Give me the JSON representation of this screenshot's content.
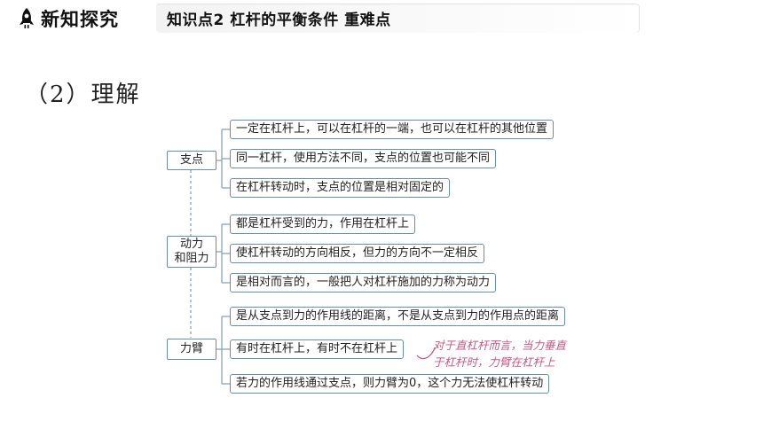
{
  "header": {
    "title": "新知探究",
    "subtitle": "知识点2  杠杆的平衡条件  重难点",
    "icon": "rocket-icon"
  },
  "section": {
    "title": "（2）理解"
  },
  "mindmap": {
    "categories": [
      {
        "label": "支点",
        "items": [
          "一定在杠杆上，可以在杠杆的一端，也可以在杠杆的其他位置",
          "同一杠杆，使用方法不同，支点的位置也可能不同",
          "在杠杆转动时，支点的位置是相对固定的"
        ]
      },
      {
        "label_line1": "动力",
        "label_line2": "和阻力",
        "items": [
          "都是杠杆受到的力，作用在杠杆上",
          "使杠杆转动的方向相反，但力的方向不一定相反",
          "是相对而言的，一般把人对杠杆施加的力称为动力"
        ]
      },
      {
        "label": "力臂",
        "items": [
          "是从支点到力的作用线的距离，不是从支点到力的作用点的距离",
          "有时在杠杆上，有时不在杠杆上",
          "若力的作用线通过支点，则力臂为0，这个力无法使杠杆转动"
        ]
      }
    ],
    "annotation_line1": "对于直杠杆而言，当力垂直",
    "annotation_line2": "于杠杆时，力臂在杠杆上"
  },
  "colors": {
    "box_border": "#6a8fa5",
    "connector": "#8aa4b5",
    "annotation": "#c45a86"
  }
}
